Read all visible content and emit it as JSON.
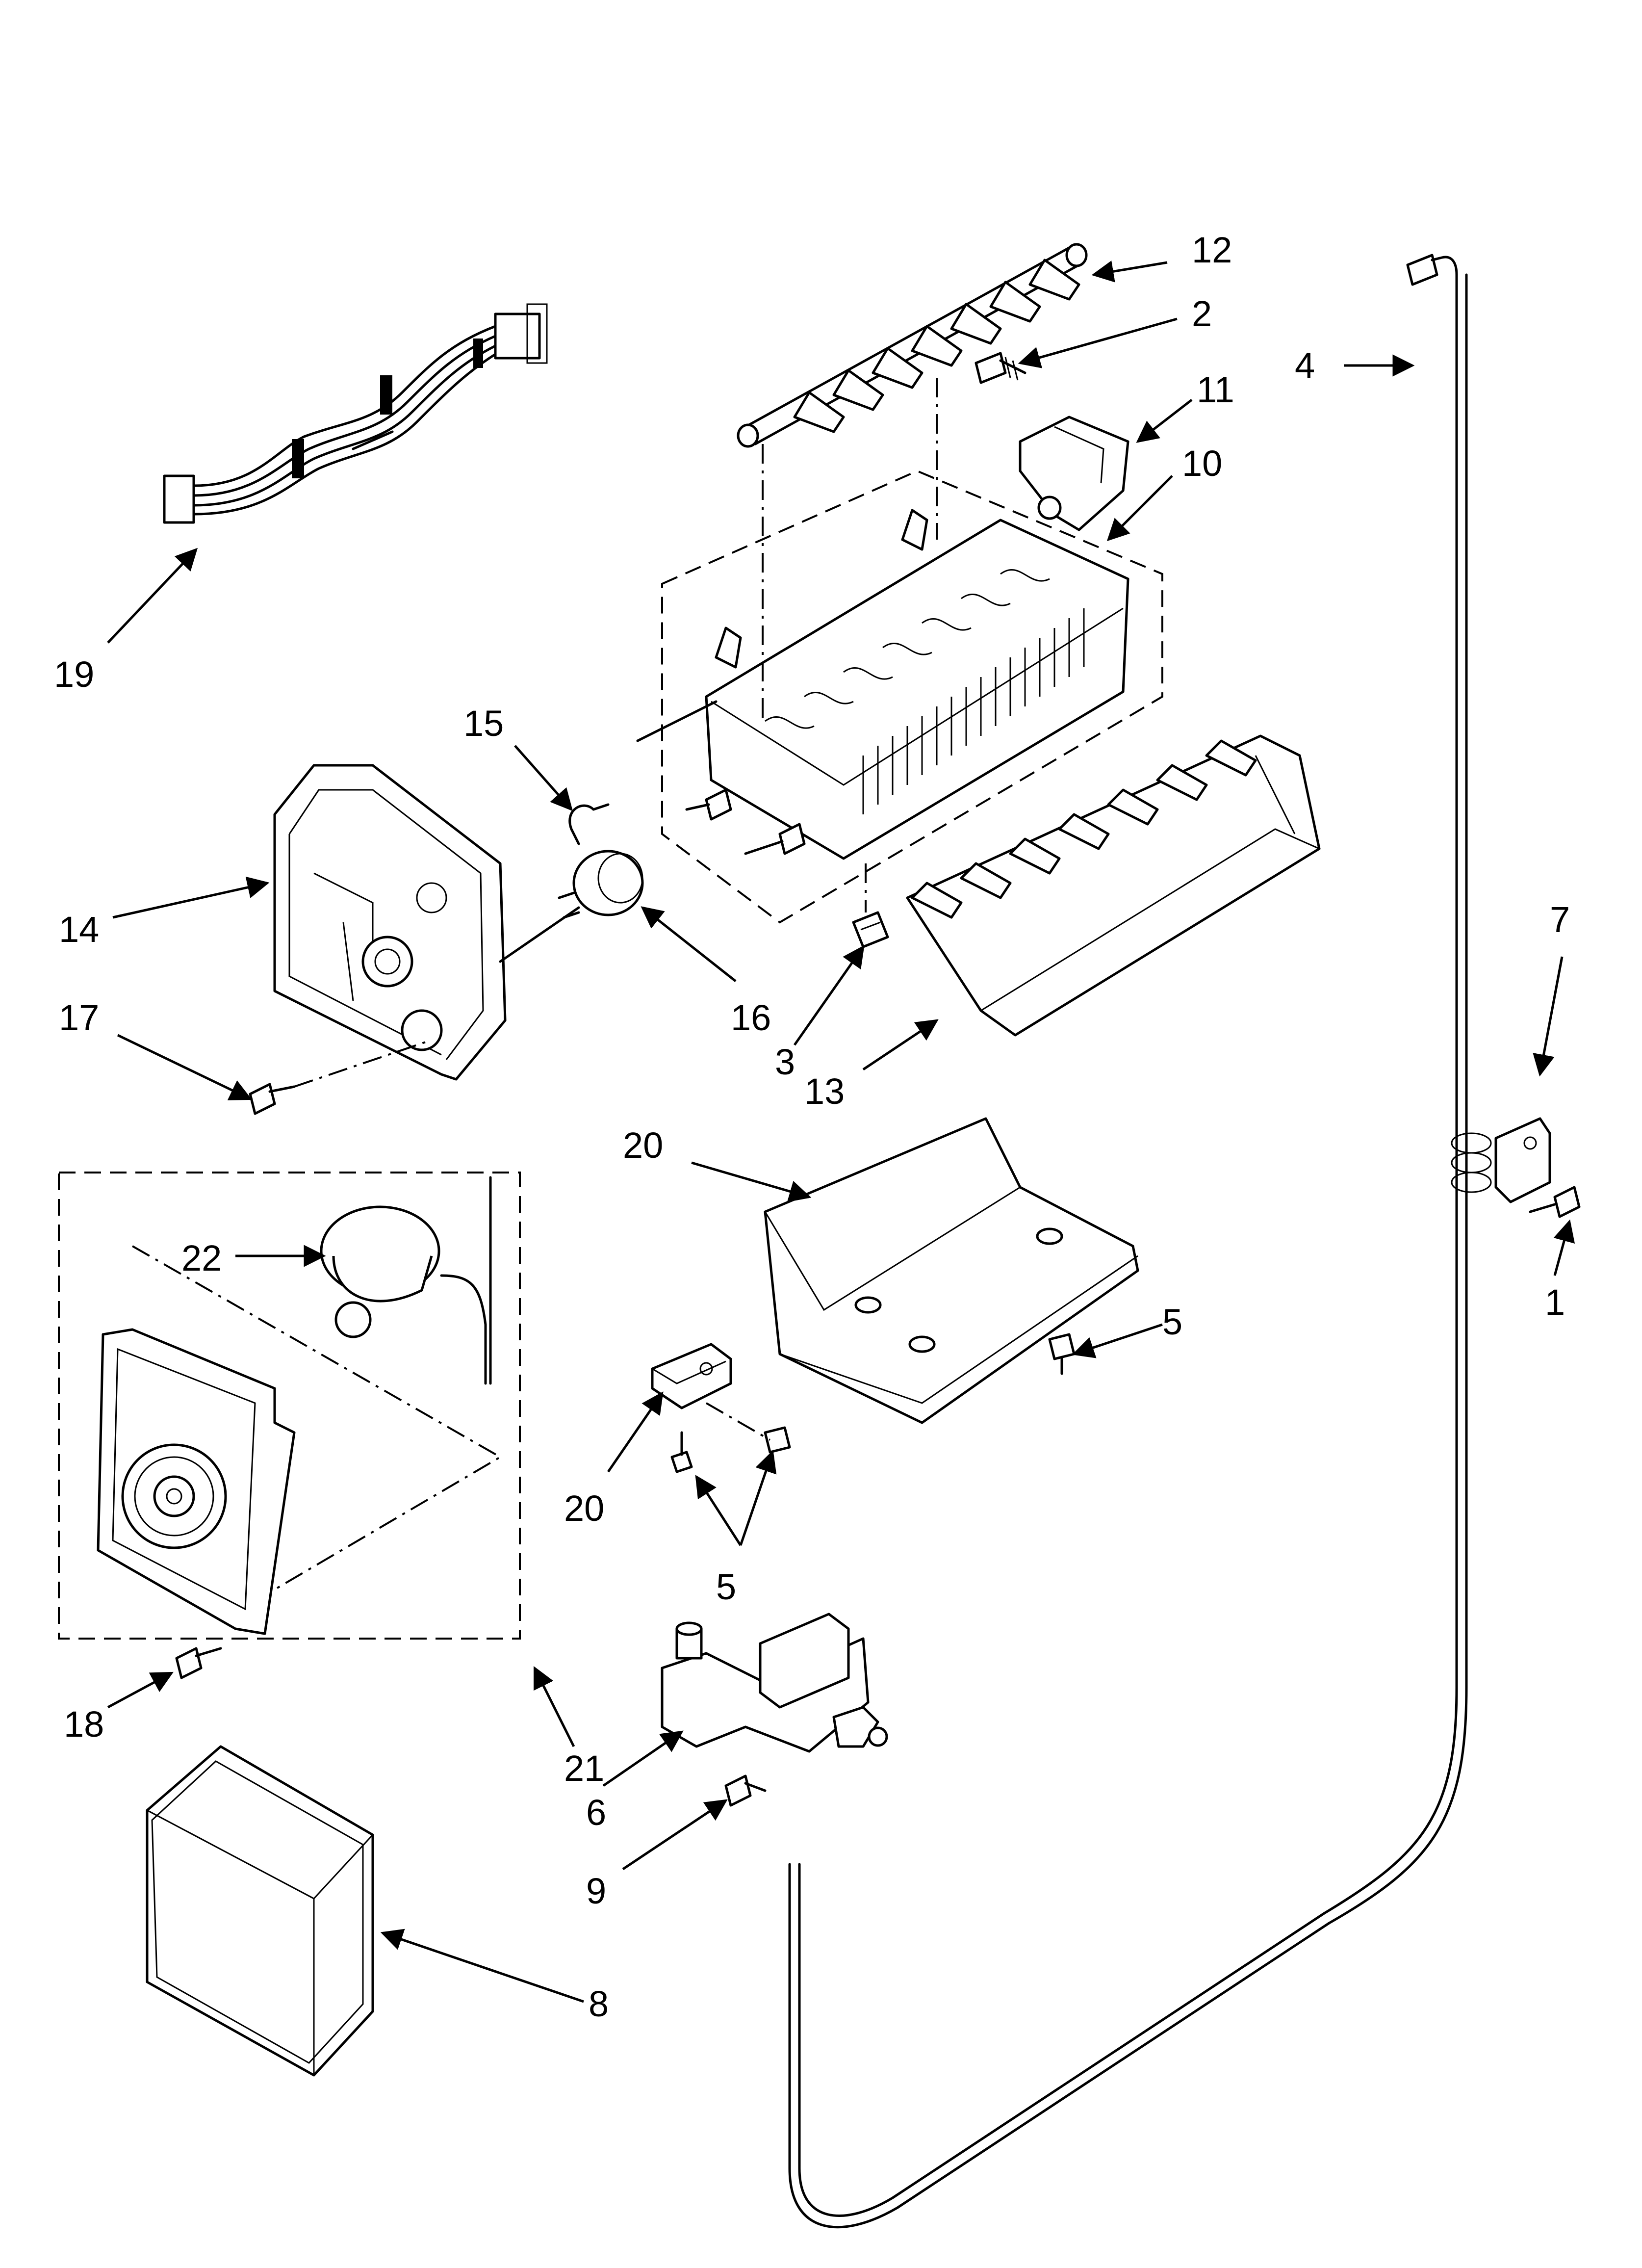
{
  "callouts": [
    {
      "id": "12",
      "label": "12"
    },
    {
      "id": "2",
      "label": "2"
    },
    {
      "id": "4",
      "label": "4"
    },
    {
      "id": "11",
      "label": "11"
    },
    {
      "id": "10",
      "label": "10"
    },
    {
      "id": "19",
      "label": "19"
    },
    {
      "id": "15",
      "label": "15"
    },
    {
      "id": "14",
      "label": "14"
    },
    {
      "id": "16",
      "label": "16"
    },
    {
      "id": "3",
      "label": "3"
    },
    {
      "id": "13",
      "label": "13"
    },
    {
      "id": "17",
      "label": "17"
    },
    {
      "id": "7",
      "label": "7"
    },
    {
      "id": "20a",
      "label": "20"
    },
    {
      "id": "1",
      "label": "1"
    },
    {
      "id": "22",
      "label": "22"
    },
    {
      "id": "5a",
      "label": "5"
    },
    {
      "id": "20b",
      "label": "20"
    },
    {
      "id": "5b",
      "label": "5"
    },
    {
      "id": "18",
      "label": "18"
    },
    {
      "id": "21",
      "label": "21"
    },
    {
      "id": "6",
      "label": "6"
    },
    {
      "id": "9",
      "label": "9"
    },
    {
      "id": "8",
      "label": "8"
    }
  ]
}
